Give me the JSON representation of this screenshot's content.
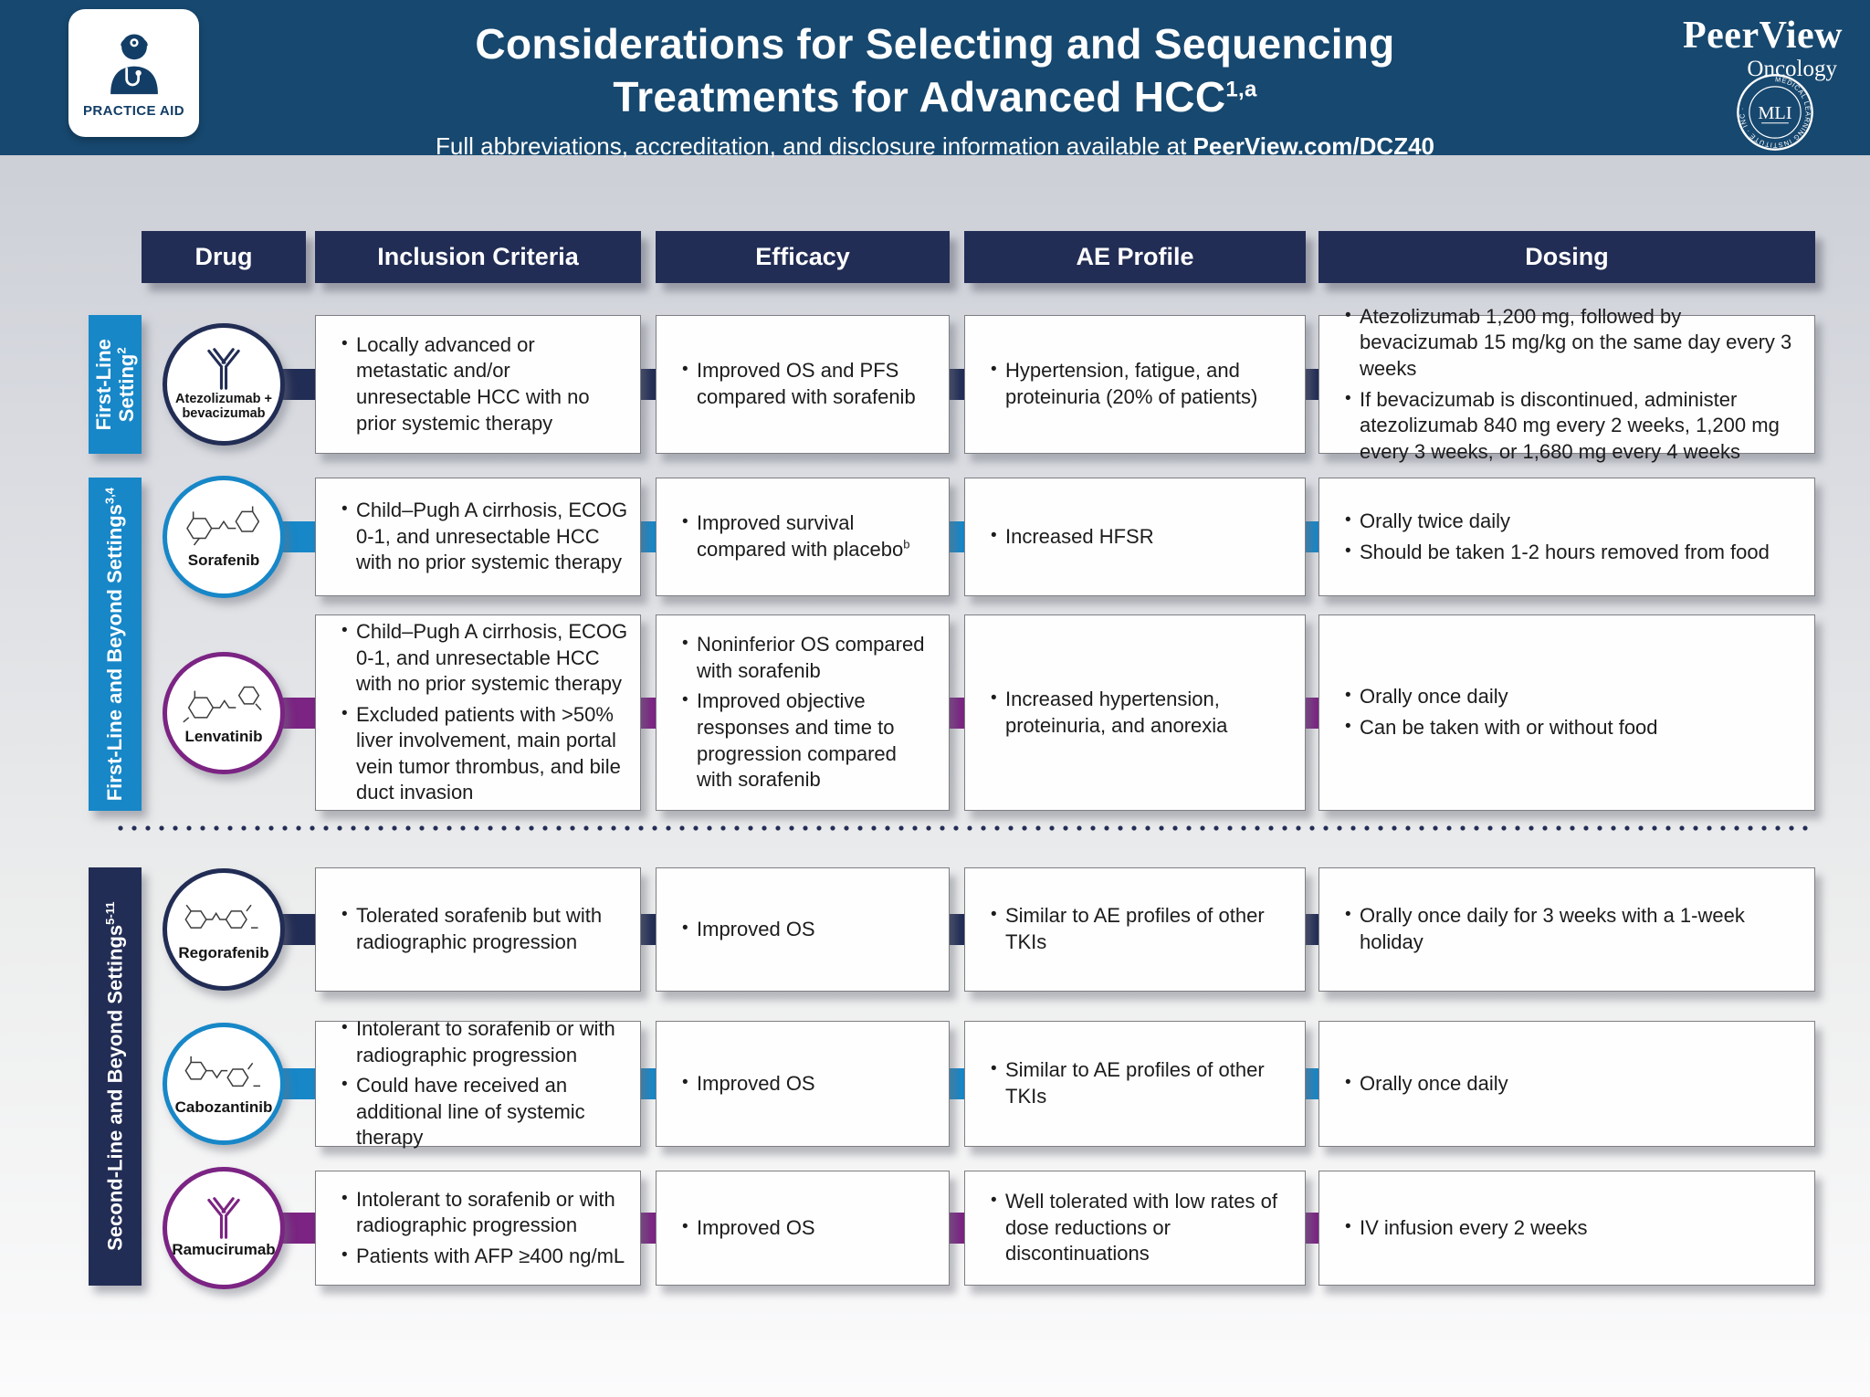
{
  "header": {
    "badge_label": "PRACTICE AID",
    "title_line1": "Considerations for Selecting and Sequencing",
    "title_line2": "Treatments for Advanced HCC",
    "title_sup": "1,a",
    "subtitle_prefix": "Full abbreviations, accreditation, and disclosure information available at ",
    "subtitle_link": "PeerView.com/DCZ40",
    "brand_name": "PeerView",
    "brand_sub": "Oncology",
    "seal_center": "MLI",
    "seal_ring": "MEDICAL LEARNING INSTITUTE",
    "seal_ring_bottom": "INC."
  },
  "colors": {
    "header_bg": "#17486f",
    "navy": "#222d55",
    "blue": "#1787c8",
    "purple": "#7b2483",
    "page_gradient_top": "#c6c9d1",
    "page_gradient_bottom": "#fbfbfc",
    "cell_bg": "#fefefe",
    "text": "#1c1c1e"
  },
  "table": {
    "columns": [
      "Drug",
      "Inclusion Criteria",
      "Efficacy",
      "AE Profile",
      "Dosing"
    ],
    "groups": [
      {
        "line1": "First-Line",
        "line2": "Setting",
        "sup": "2",
        "color": "blue"
      },
      {
        "label": "First-Line and Beyond Settings",
        "sup": "3,4",
        "color": "blue"
      },
      {
        "label": "Second-Line and Beyond Settings",
        "sup": "5-11",
        "color": "navy"
      }
    ],
    "rows": [
      {
        "name_line1": "Atezolizumab +",
        "name_line2": "bevacizumab",
        "accent": "navy",
        "icon": "antibody",
        "inclusion": [
          "Locally advanced or metastatic and/or unresectable HCC with no prior systemic therapy"
        ],
        "efficacy": [
          "Improved OS and PFS compared with sorafenib"
        ],
        "ae": [
          "Hypertension, fatigue, and proteinuria (20% of patients)"
        ],
        "dosing": [
          "Atezolizumab 1,200 mg, followed by bevacizumab 15 mg/kg on the same day every 3 weeks",
          "If bevacizumab is discontinued, administer atezolizumab 840 mg every 2 weeks, 1,200 mg every 3 weeks, or 1,680 mg every 4 weeks"
        ]
      },
      {
        "name": "Sorafenib",
        "accent": "blue",
        "icon": "molecule",
        "inclusion": [
          "Child–Pugh A cirrhosis, ECOG 0-1, and unresectable HCC with no prior systemic therapy"
        ],
        "efficacy": [
          "Improved survival compared with placebo"
        ],
        "efficacy_sup": "b",
        "ae": [
          "Increased HFSR"
        ],
        "dosing": [
          "Orally twice daily",
          "Should be taken 1-2 hours removed from food"
        ]
      },
      {
        "name": "Lenvatinib",
        "accent": "purple",
        "icon": "molecule",
        "inclusion": [
          "Child–Pugh A cirrhosis, ECOG 0-1, and unresectable HCC with no prior systemic therapy",
          "Excluded patients with >50% liver involvement, main portal vein tumor thrombus, and bile duct invasion"
        ],
        "efficacy": [
          "Noninferior OS compared with sorafenib",
          "Improved objective responses and time to progression compared with sorafenib"
        ],
        "ae": [
          "Increased hypertension, proteinuria, and anorexia"
        ],
        "dosing": [
          "Orally once daily",
          "Can be taken with or without food"
        ]
      },
      {
        "name": "Regorafenib",
        "accent": "navy",
        "icon": "molecule",
        "inclusion": [
          "Tolerated sorafenib but with radiographic progression"
        ],
        "efficacy": [
          "Improved OS"
        ],
        "ae": [
          "Similar to AE profiles of other TKIs"
        ],
        "dosing": [
          "Orally once daily for 3 weeks with a 1-week holiday"
        ]
      },
      {
        "name": "Cabozantinib",
        "accent": "blue",
        "icon": "molecule",
        "inclusion": [
          "Intolerant to sorafenib or with radiographic progression",
          "Could have received an additional line of systemic therapy"
        ],
        "efficacy": [
          "Improved OS"
        ],
        "ae": [
          "Similar to AE profiles of other TKIs"
        ],
        "dosing": [
          "Orally once daily"
        ]
      },
      {
        "name": "Ramucirumab",
        "accent": "purple",
        "icon": "antibody",
        "inclusion": [
          "Intolerant to sorafenib or with radiographic progression",
          "Patients with AFP ≥400 ng/mL"
        ],
        "efficacy": [
          "Improved OS"
        ],
        "ae": [
          "Well tolerated with low rates of dose reductions or discontinuations"
        ],
        "dosing": [
          "IV infusion every 2 weeks"
        ]
      }
    ]
  }
}
